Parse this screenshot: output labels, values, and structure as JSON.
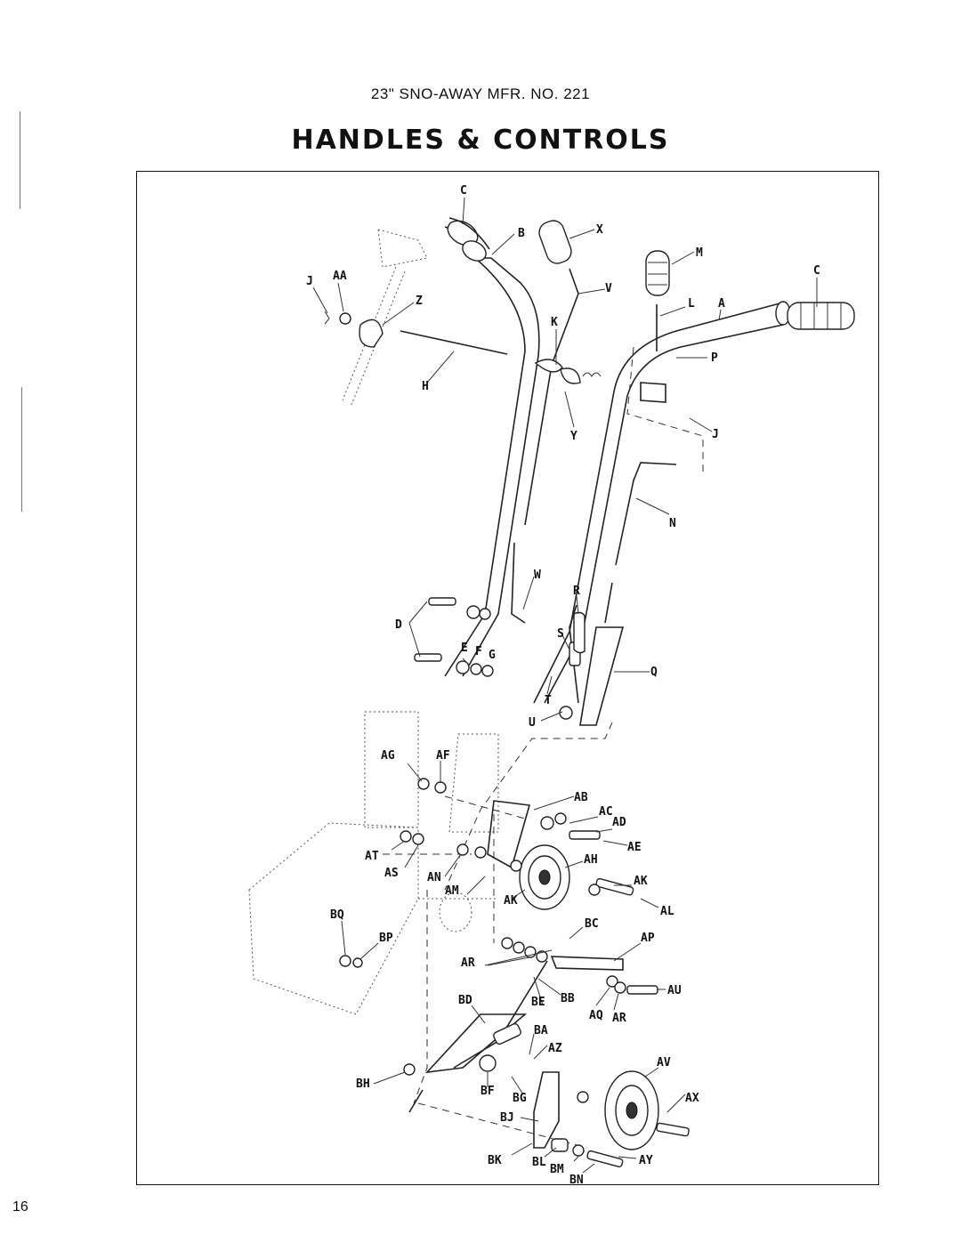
{
  "header": {
    "subtitle": "23\" SNO-AWAY  MFR. NO. 221",
    "title": "HANDLES & CONTROLS"
  },
  "page_number": "16",
  "callouts": [
    "C",
    "B",
    "X",
    "M",
    "C",
    "J",
    "AA",
    "Z",
    "V",
    "L",
    "A",
    "K",
    "P",
    "H",
    "Y",
    "J",
    "N",
    "W",
    "R",
    "D",
    "S",
    "E",
    "F",
    "G",
    "Q",
    "T",
    "U",
    "AG",
    "AF",
    "AB",
    "AC",
    "AD",
    "AE",
    "AT",
    "AS",
    "AN",
    "AH",
    "AM",
    "AK",
    "AK",
    "AL",
    "BQ",
    "BC",
    "BP",
    "AP",
    "AR",
    "BD",
    "BE",
    "BB",
    "AU",
    "AQ",
    "AR",
    "BA",
    "AZ",
    "AV",
    "BH",
    "BF",
    "BG",
    "AX",
    "BJ",
    "BK",
    "BL",
    "BM",
    "AY",
    "BN"
  ]
}
